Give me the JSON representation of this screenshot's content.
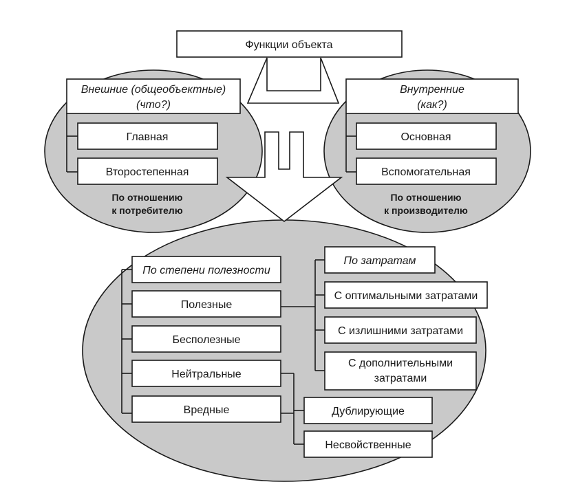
{
  "top": {
    "title": "Функции объекта"
  },
  "external": {
    "header_line1": "Внешние (общеобъектные)",
    "header_line2": "(что?)",
    "items": [
      "Главная",
      "Второстепенная"
    ],
    "caption_line1": "По отношению",
    "caption_line2": "к потребителю"
  },
  "internal": {
    "header_line1": "Внутренние",
    "header_line2": "(как?)",
    "items": [
      "Основная",
      "Вспомогательная"
    ],
    "caption_line1": "По отношению",
    "caption_line2": "к производителю"
  },
  "usefulness": {
    "header": "По степени полезности",
    "items": [
      "Полезные",
      "Бесполезные",
      "Нейтральные",
      "Вредные"
    ]
  },
  "costs": {
    "header": "По затратам",
    "items": [
      "С оптимальными затратами",
      "С излишними затратами"
    ],
    "additional_line1": "С дополнительными",
    "additional_line2": "затратами"
  },
  "harmful_kinds": [
    "Дублирующие",
    "Несвойственные"
  ],
  "colors": {
    "ellipse_fill": "#c9c9c9",
    "stroke": "#1a1a1a",
    "box_fill": "#ffffff"
  }
}
